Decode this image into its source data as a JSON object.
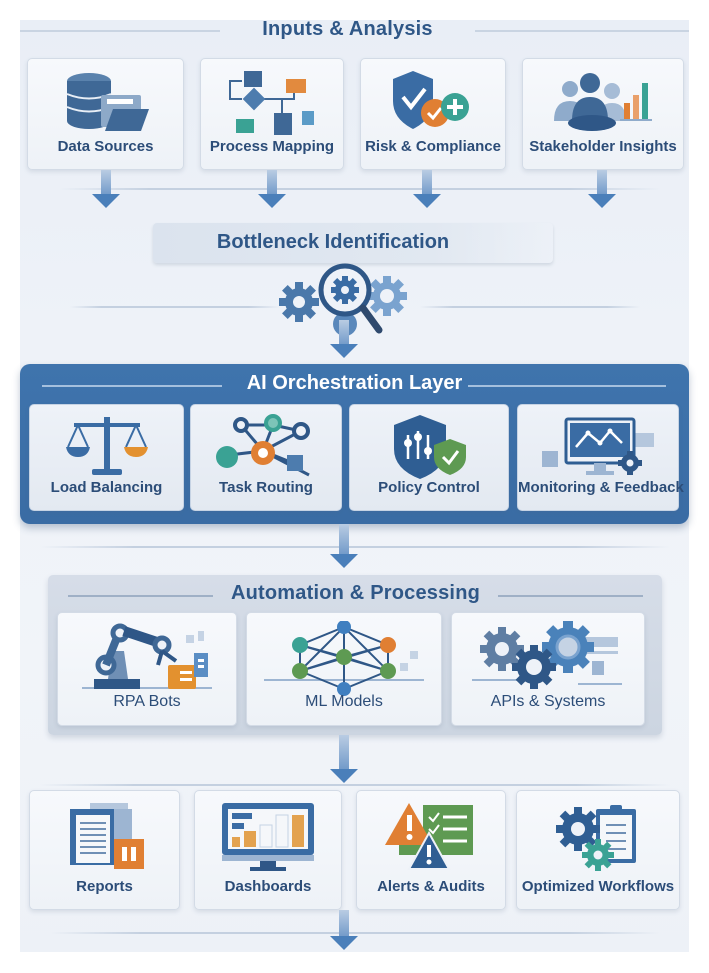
{
  "colors": {
    "primary_blue": "#3a6ca4",
    "dark_blue": "#2c4d78",
    "orange": "#e07f33",
    "teal": "#3aa294",
    "green": "#5e9a52",
    "panel_bg": "#eef2f8"
  },
  "inputs": {
    "title": "Inputs & Analysis",
    "cards": [
      {
        "label": "Data Sources",
        "icon": "database-folder-icon"
      },
      {
        "label": "Process Mapping",
        "icon": "flowchart-icon"
      },
      {
        "label": "Risk & Compliance",
        "icon": "shield-check-icon"
      },
      {
        "label": "Stakeholder Insights",
        "icon": "people-chart-icon"
      }
    ]
  },
  "bottleneck": {
    "title": "Bottleneck Identification",
    "icon": "magnifier-gears-icon"
  },
  "orchestration": {
    "title": "AI Orchestration Layer",
    "cards": [
      {
        "label": "Load Balancing",
        "icon": "scale-icon"
      },
      {
        "label": "Task Routing",
        "icon": "network-nodes-icon"
      },
      {
        "label": "Policy Control",
        "icon": "shield-sliders-icon"
      },
      {
        "label": "Monitoring & Feedback",
        "icon": "monitor-chart-icon"
      }
    ]
  },
  "automation": {
    "title": "Automation & Processing",
    "cards": [
      {
        "label": "RPA Bots",
        "icon": "robot-arm-icon"
      },
      {
        "label": "ML Models",
        "icon": "neural-network-icon"
      },
      {
        "label": "APIs & Systems",
        "icon": "gears-icon"
      }
    ]
  },
  "outputs": {
    "cards": [
      {
        "label": "Reports",
        "icon": "documents-icon"
      },
      {
        "label": "Dashboards",
        "icon": "dashboard-monitor-icon"
      },
      {
        "label": "Alerts & Audits",
        "icon": "warning-checklist-icon"
      },
      {
        "label": "Optimized Workflows",
        "icon": "gear-clipboard-icon"
      }
    ]
  }
}
